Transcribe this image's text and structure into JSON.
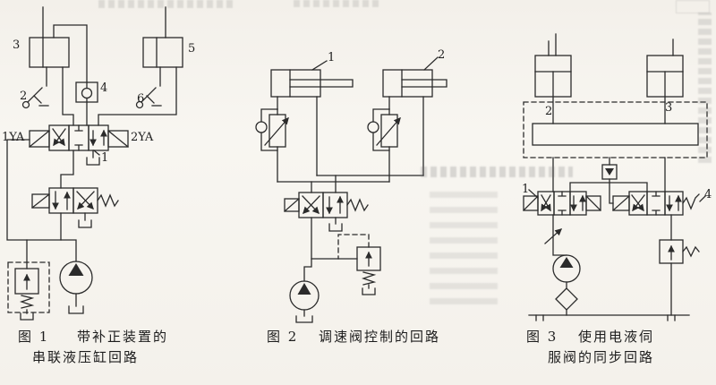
{
  "page": {
    "bg": "#f6f3ee",
    "ink": "#2b2b2b"
  },
  "fig1": {
    "caption_no": "图 1",
    "caption_part1": "带补正装置的",
    "caption_part2": "串联液压缸回路",
    "labels": {
      "l3": "3",
      "l5": "5",
      "l2": "2",
      "l4": "4",
      "l6": "6",
      "ya1": "1YA",
      "ya2": "2YA",
      "l1": "1"
    }
  },
  "fig2": {
    "caption_no": "图 2",
    "caption_part1": "调速阀控制的回路",
    "labels": {
      "l1": "1",
      "l2": "2"
    }
  },
  "fig3": {
    "caption_no": "图 3",
    "caption_part1": "使用电液伺",
    "caption_part2": "服阀的同步回路",
    "labels": {
      "l1": "1",
      "l2": "2",
      "l3": "3",
      "l4": "4"
    }
  }
}
